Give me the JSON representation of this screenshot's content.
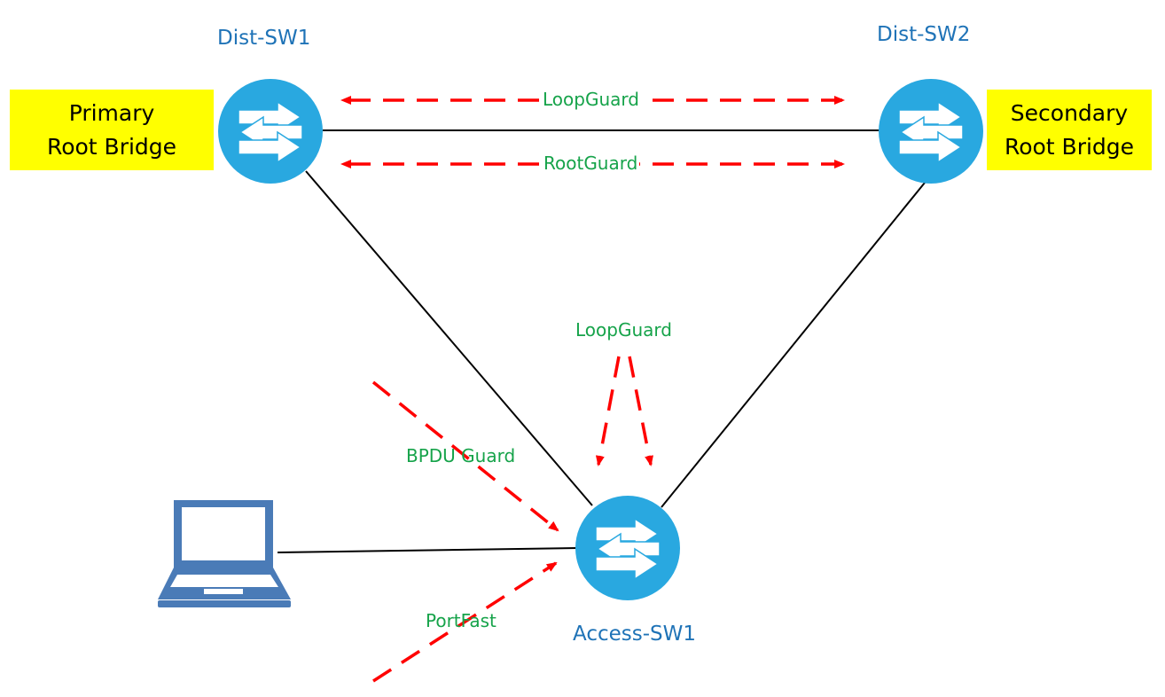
{
  "switches": {
    "dist1": {
      "name": "Dist-SW1"
    },
    "dist2": {
      "name": "Dist-SW2"
    },
    "access": {
      "name": "Access-SW1"
    }
  },
  "root_labels": {
    "primary": {
      "line1": "Primary",
      "line2": "Root Bridge"
    },
    "secondary": {
      "line1": "Secondary",
      "line2": "Root Bridge"
    }
  },
  "guards": {
    "top_loopguard": "LoopGuard",
    "top_rootguard": "RootGuard",
    "access_loopguard": "LoopGuard",
    "bpdu_guard": "BPDU Guard",
    "portfast": "PortFast"
  },
  "colors": {
    "switch_fill": "#29a8e0",
    "switch_name": "#1f73b7",
    "guard_text": "#16a34a",
    "arrow": "#ff0000",
    "root_box": "#ffff00",
    "laptop": "#4a7bb7"
  },
  "icons": [
    "switch-icon",
    "laptop-icon"
  ]
}
